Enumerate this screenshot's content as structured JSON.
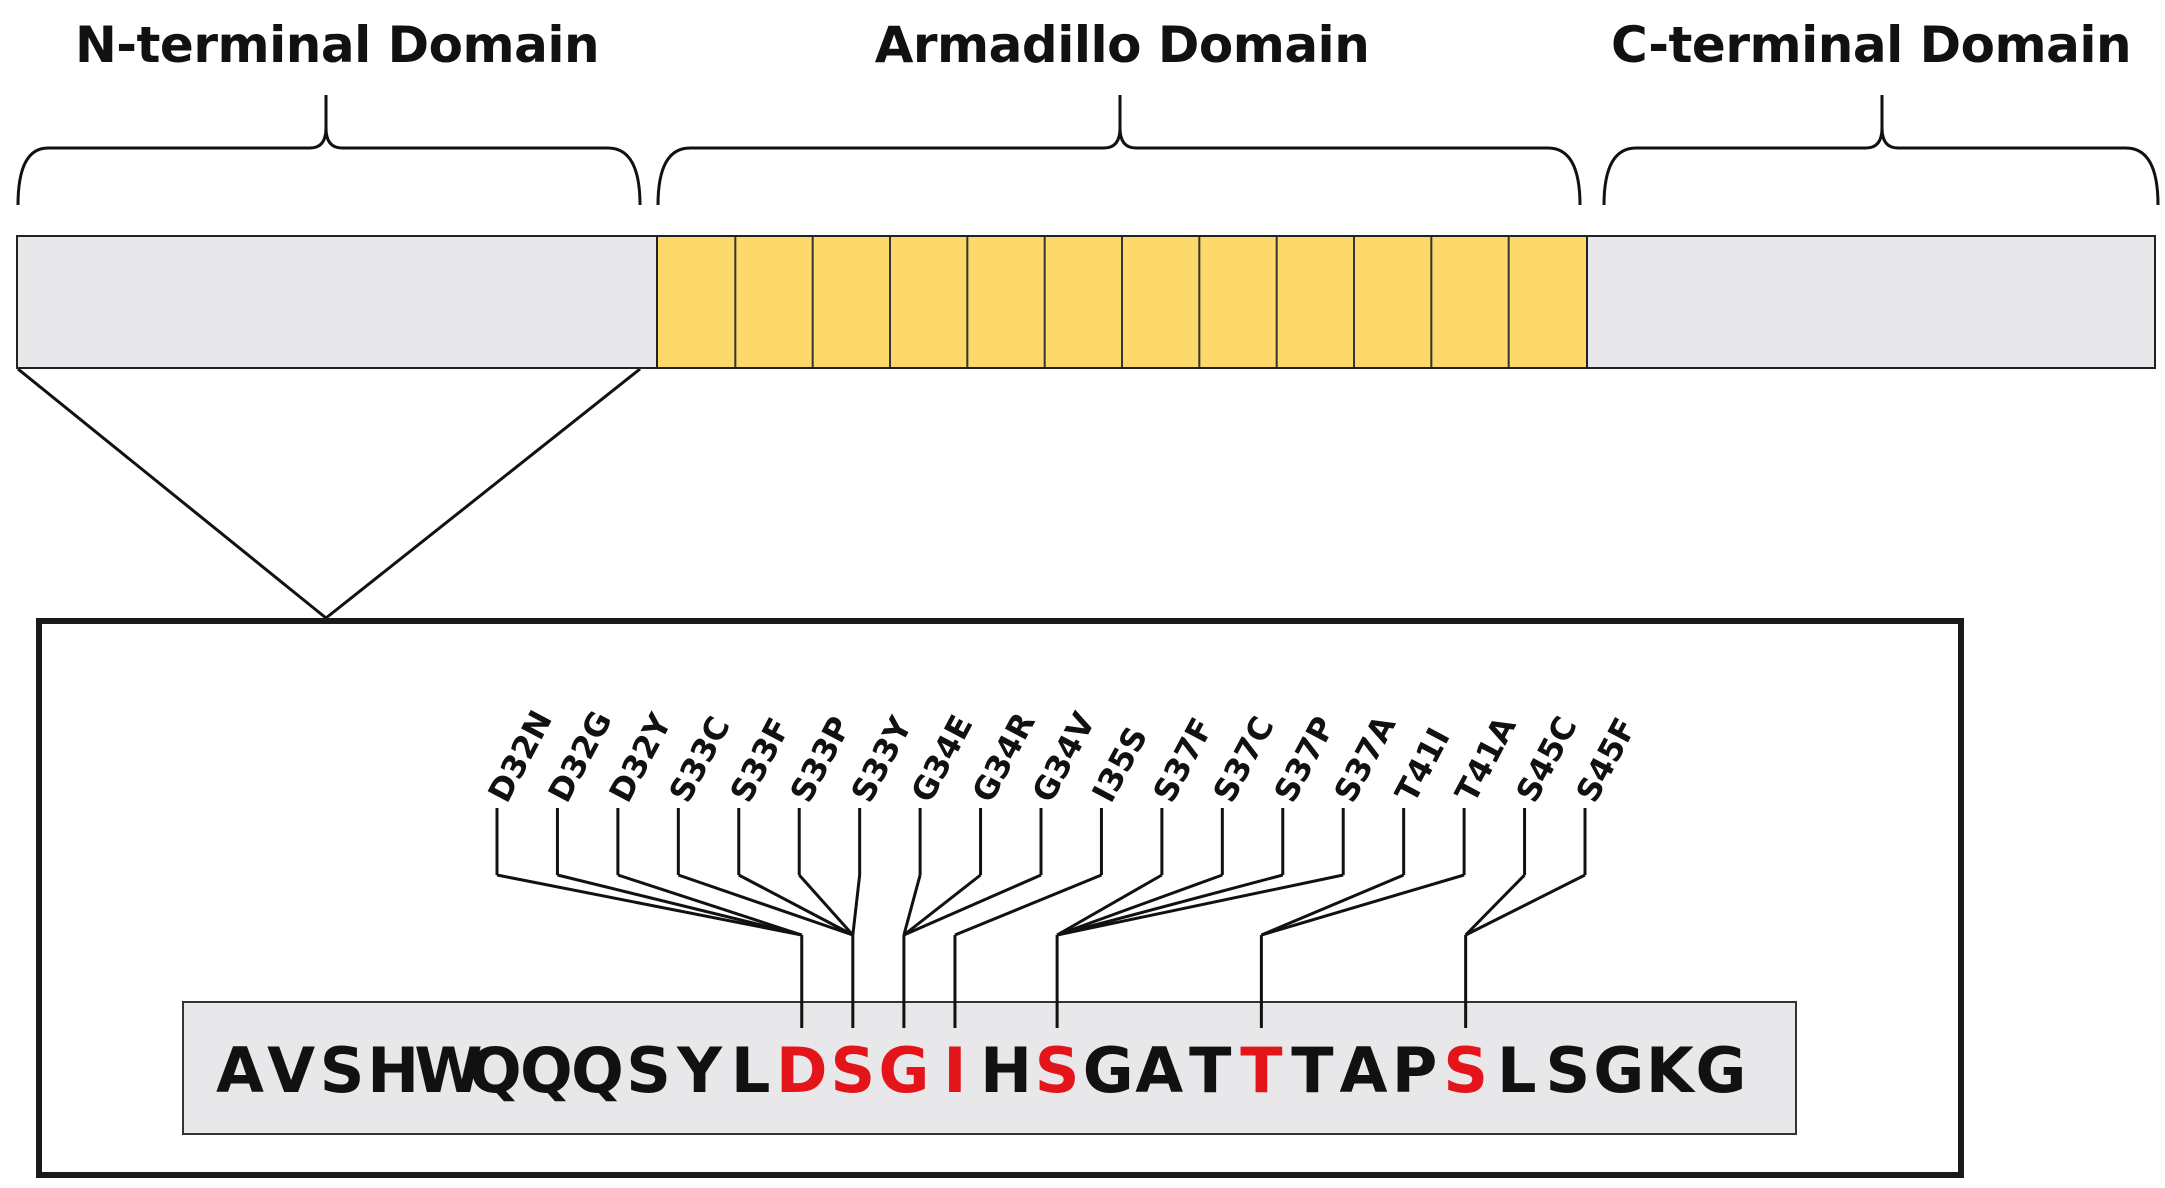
{
  "domains": {
    "n_terminal": "N-terminal Domain",
    "armadillo": "Armadillo Domain",
    "c_terminal": "C-terminal Domain"
  },
  "armadillo_repeat_count": 12,
  "sequence": [
    "A",
    "V",
    "S",
    "H",
    "W",
    "Q",
    "Q",
    "Q",
    "S",
    "Y",
    "L",
    "D",
    "S",
    "G",
    "I",
    "H",
    "S",
    "G",
    "A",
    "T",
    "T",
    "T",
    "A",
    "P",
    "S",
    "L",
    "S",
    "G",
    "K",
    "G"
  ],
  "highlighted_positions": [
    11,
    12,
    13,
    14,
    16,
    20,
    24
  ],
  "mutations": [
    {
      "label": "D32N",
      "target": 11
    },
    {
      "label": "D32G",
      "target": 11
    },
    {
      "label": "D32Y",
      "target": 11
    },
    {
      "label": "S33C",
      "target": 12
    },
    {
      "label": "S33F",
      "target": 12
    },
    {
      "label": "S33P",
      "target": 12
    },
    {
      "label": "S33Y",
      "target": 12
    },
    {
      "label": "G34E",
      "target": 13
    },
    {
      "label": "G34R",
      "target": 13
    },
    {
      "label": "G34V",
      "target": 13
    },
    {
      "label": "I35S",
      "target": 14
    },
    {
      "label": "S37F",
      "target": 16
    },
    {
      "label": "S37C",
      "target": 16
    },
    {
      "label": "S37P",
      "target": 16
    },
    {
      "label": "S37A",
      "target": 16
    },
    {
      "label": "T41I",
      "target": 20
    },
    {
      "label": "T41A",
      "target": 20
    },
    {
      "label": "S45C",
      "target": 24
    },
    {
      "label": "S45F",
      "target": 24
    }
  ],
  "colors": {
    "armadillo_fill": "#fdd96c",
    "flank_fill": "#e8e8ea",
    "highlight": "#e3151a",
    "line": "#111111"
  }
}
